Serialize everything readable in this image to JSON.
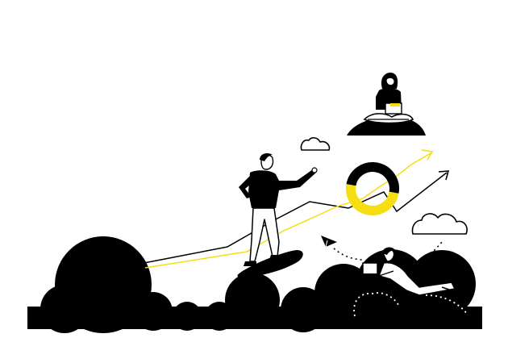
{
  "illustration": {
    "colors": {
      "ink": "#000000",
      "accent": "#f5de12",
      "background": "#ffffff"
    },
    "donut_chart": {
      "segments": [
        {
          "name": "black-segment",
          "share": 0.5,
          "color": "#000000"
        },
        {
          "name": "yellow-segment",
          "share": 0.5,
          "color": "#f5de12"
        }
      ]
    },
    "icons": [
      "surfboard-icon",
      "paper-plane-icon",
      "laptop-icon",
      "arrow-up-right-icon",
      "cloud-outline-icon"
    ]
  }
}
